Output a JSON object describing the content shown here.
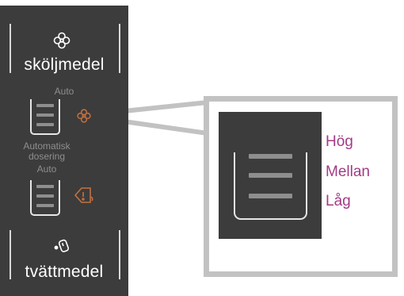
{
  "panel": {
    "rinse_aid_label": "sköljmedel",
    "detergent_label": "tvättmedel",
    "auto_top": "Auto",
    "auto_dosing_line1": "Automatisk",
    "auto_dosing_line2": "dosering",
    "auto_bottom": "Auto"
  },
  "levels": {
    "high": "Hög",
    "medium": "Mellan",
    "low": "Låg"
  },
  "colors": {
    "panel_bg": "#3c3c3c",
    "level_text": "#a23a86",
    "icon_accent": "#c4703e",
    "callout_frame": "#c2c2c2"
  },
  "icons": {
    "rinse_aid": "flower-icon",
    "detergent": "bottle-icon",
    "rinse_aid_indicator": "flower-icon",
    "detergent_warning": "warning-tag-icon"
  }
}
